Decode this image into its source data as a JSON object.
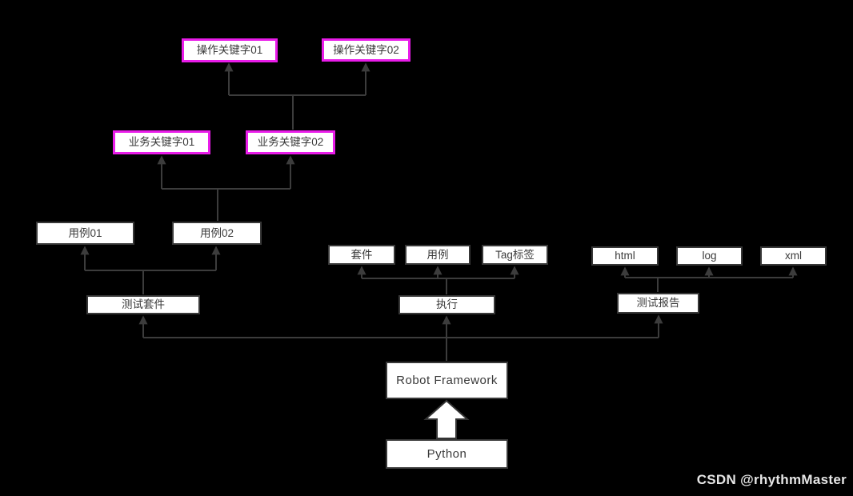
{
  "watermark": {
    "text": "CSDN @rhythmMaster"
  },
  "colors": {
    "background": "#000000",
    "accent_magenta": "#e91ce9",
    "box_fill": "#ffffff",
    "box_border": "#383838",
    "box_text": "#3a3a3a",
    "connector_line": "#3c3c3c",
    "watermark_text": "#e6e6e6"
  },
  "nodes": {
    "op_keyword_01": {
      "label": "操作关键字01"
    },
    "op_keyword_02": {
      "label": "操作关键字02"
    },
    "biz_keyword_01": {
      "label": "业务关键字01"
    },
    "biz_keyword_02": {
      "label": "业务关键字02"
    },
    "case_01": {
      "label": "用例01"
    },
    "case_02": {
      "label": "用例02"
    },
    "suite": {
      "label": "套件"
    },
    "case": {
      "label": "用例"
    },
    "tag": {
      "label": "Tag标签"
    },
    "html": {
      "label": "html"
    },
    "log": {
      "label": "log"
    },
    "xml": {
      "label": "xml"
    },
    "test_suite": {
      "label": "测试套件"
    },
    "execute": {
      "label": "执行"
    },
    "test_report": {
      "label": "测试报告"
    },
    "robot_framework": {
      "label": "Robot Framework"
    },
    "python": {
      "label": "Python"
    }
  }
}
